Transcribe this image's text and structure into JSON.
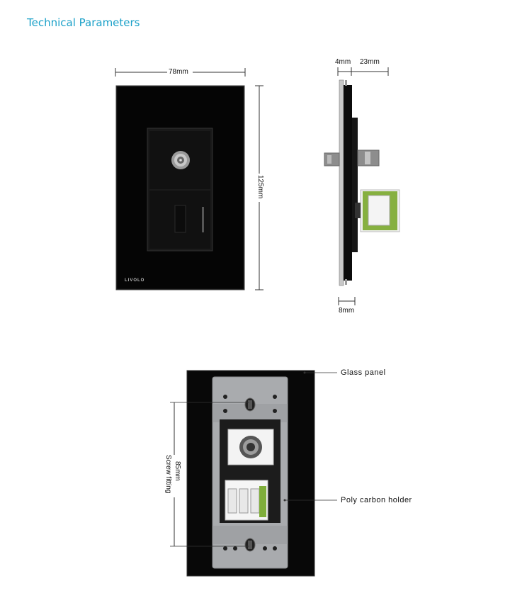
{
  "header": {
    "title": "Technical Parameters"
  },
  "front_view": {
    "brand": "LIVOLO",
    "width_label": "78mm",
    "height_label": "125mm"
  },
  "side_view": {
    "thickness_label": "4mm",
    "depth_label": "23mm",
    "bottom_label": "8mm"
  },
  "back_view": {
    "glass_label": "Glass panel",
    "holder_label": "Poly carbon holder",
    "screw_distance_label": "85mm",
    "screw_fitting_label": "Screw fitting"
  },
  "colors": {
    "accent": "#1aa0c8",
    "panel": "#0a0a0a",
    "holder": "#a9abae",
    "connector_green": "#7fae3a"
  }
}
